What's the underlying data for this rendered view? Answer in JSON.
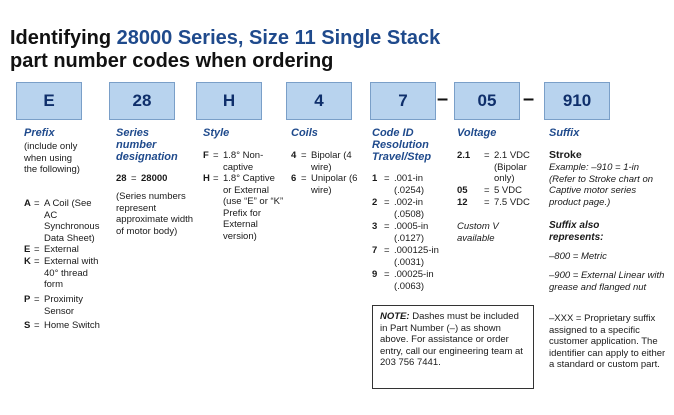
{
  "title": {
    "line1_prefix": "Identifying ",
    "line1_highlight": "28000 Series, Size 11 Single Stack",
    "line2": "part number codes when ordering"
  },
  "boxes": [
    "E",
    "28",
    "H",
    "4",
    "7",
    "05",
    "910"
  ],
  "dash": "–",
  "prefix": {
    "heading": "Prefix",
    "desc": "(include only when using the following)",
    "items": [
      {
        "code": "A",
        "eq": "=",
        "desc": "A Coil (See AC Synchronous Data Sheet)"
      },
      {
        "code": "E",
        "eq": "=",
        "desc": "External"
      },
      {
        "code": "K",
        "eq": "=",
        "desc": "External with 40° thread form"
      },
      {
        "code": "P",
        "eq": "=",
        "desc": "Proximity Sensor"
      },
      {
        "code": "S",
        "eq": "=",
        "desc": "Home Switch"
      }
    ]
  },
  "series": {
    "heading": "Series number designation",
    "code": "28",
    "eq": "=",
    "value": "28000",
    "desc": "(Series numbers represent approximate width of motor body)"
  },
  "style": {
    "heading": "Style",
    "items": [
      {
        "code": "F",
        "eq": "=",
        "desc": "1.8° Non-captive"
      },
      {
        "code": "H",
        "eq": "=",
        "desc": "1.8° Captive or External (use “E” or “K” Prefix for External version)"
      }
    ]
  },
  "coils": {
    "heading": "Coils",
    "items": [
      {
        "code": "4",
        "eq": "=",
        "desc": "Bipolar (4 wire)"
      },
      {
        "code": "6",
        "eq": "=",
        "desc": "Unipolar (6 wire)"
      }
    ]
  },
  "code_id": {
    "heading": "Code ID Resolution Travel/Step",
    "items": [
      {
        "code": "1",
        "eq": "=",
        "desc": ".001-in (.0254)"
      },
      {
        "code": "2",
        "eq": "=",
        "desc": ".002-in (.0508)"
      },
      {
        "code": "3",
        "eq": "=",
        "desc": ".0005-in (.0127)"
      },
      {
        "code": "7",
        "eq": "=",
        "desc": ".000125-in (.0031)"
      },
      {
        "code": "9",
        "eq": "=",
        "desc": ".00025-in (.0063)"
      }
    ]
  },
  "voltage": {
    "heading": "Voltage",
    "items": [
      {
        "code": "2.1",
        "eq": "=",
        "desc": "2.1 VDC (Bipolar only)"
      },
      {
        "code": "05",
        "eq": "=",
        "desc": "5 VDC"
      },
      {
        "code": "12",
        "eq": "=",
        "desc": "7.5 VDC"
      }
    ],
    "custom": "Custom V available"
  },
  "suffix": {
    "heading": "Suffix",
    "stroke_heading": "Stroke",
    "stroke_text": "Example: –910 = 1-in (Refer to Stroke chart on Captive motor series product page.)",
    "also_heading": "Suffix also represents:",
    "metric": "–800 = Metric",
    "linear": "–900 = External Linear with grease and flanged nut",
    "xxx": "–XXX = Proprietary suffix assigned to a specific customer application. The identifier can apply to either a standard or custom part."
  },
  "note": {
    "label": "NOTE:",
    "text": " Dashes must be included in Part Number (–) as shown above. For assistance or order entry, call our engineering team at 203 756 7441."
  }
}
